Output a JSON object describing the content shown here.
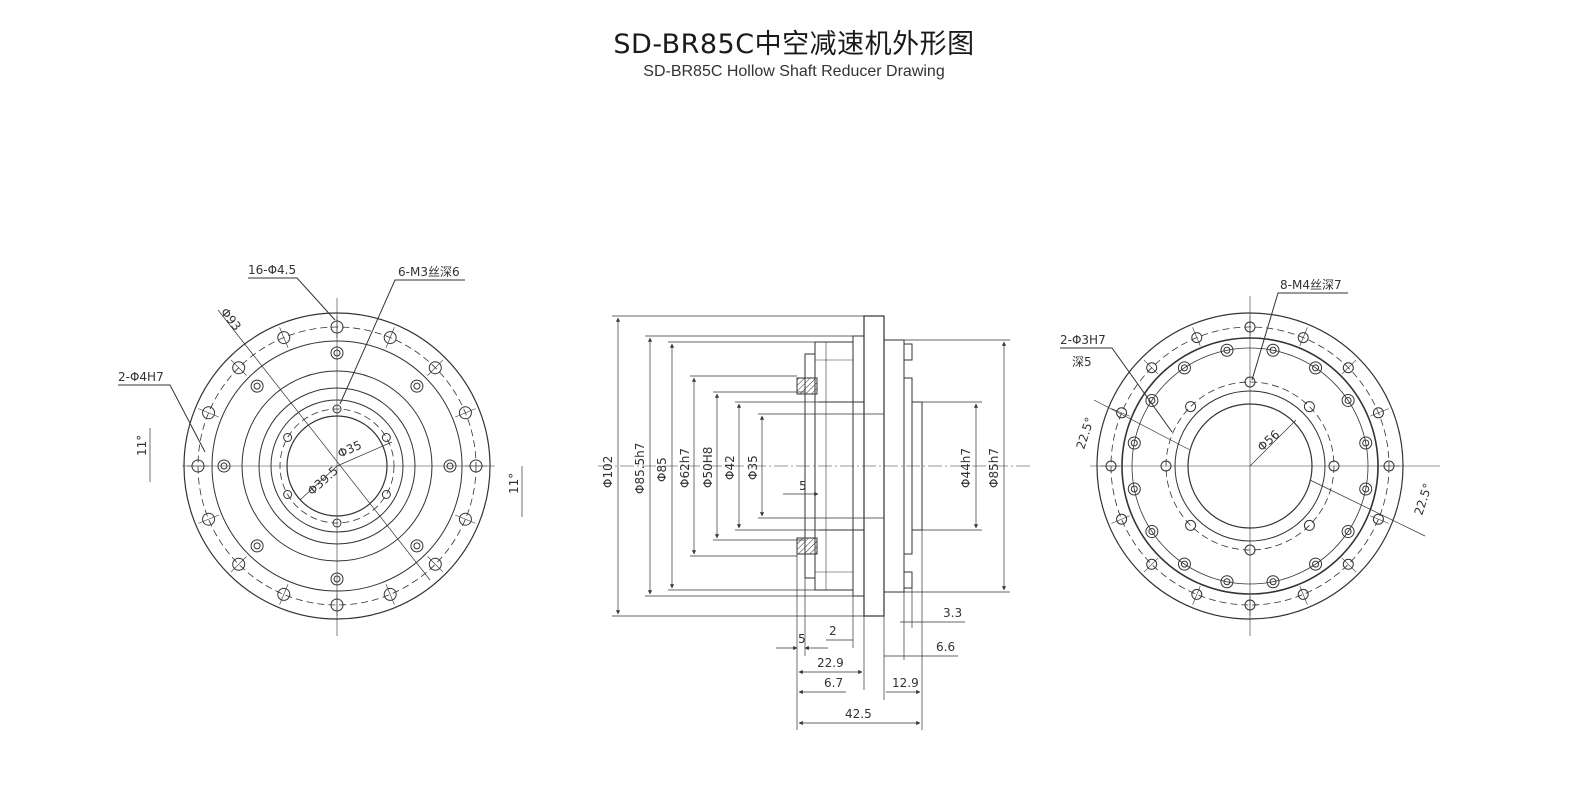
{
  "header": {
    "title": "SD-BR85C中空减速机外形图",
    "subtitle": "SD-BR85C Hollow Shaft Reducer Drawing"
  },
  "left_view": {
    "holes_16": "16-Φ4.5",
    "thread_6": "6-M3丝深6",
    "pin_2": "2-Φ4H7",
    "dia_93": "Φ93",
    "dia_35": "Φ35",
    "dia_39_5": "Φ39.5",
    "angle_left": "11°",
    "angle_right": "11°"
  },
  "side_view": {
    "d102": "Φ102",
    "d85_5": "Φ85.5h7",
    "d85": "Φ85",
    "d62": "Φ62h7",
    "d50": "Φ50H8",
    "d42": "Φ42",
    "d35": "Φ35",
    "d44": "Φ44h7",
    "d85r": "Φ85h7",
    "dim_5_inner": "5",
    "dim_3_3": "3.3",
    "dim_5": "5",
    "dim_2": "2",
    "dim_6_6": "6.6",
    "dim_22_9": "22.9",
    "dim_6_7": "6.7",
    "dim_12_9": "12.9",
    "dim_42_5": "42.5"
  },
  "right_view": {
    "thread_8": "8-M4丝深7",
    "pin_2": "2-Φ3H7",
    "pin_depth": "深5",
    "dia_56": "Φ56",
    "angle_left": "22.5°",
    "angle_right": "22.5°"
  }
}
